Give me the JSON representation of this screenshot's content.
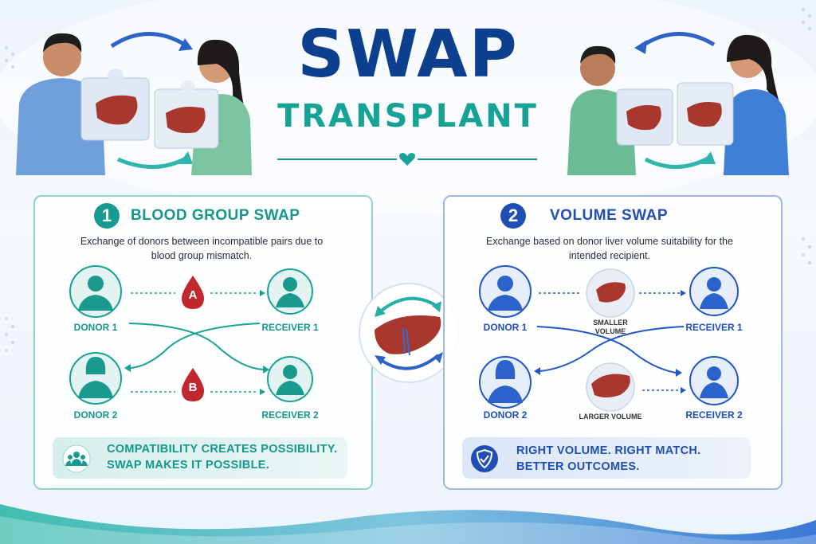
{
  "header": {
    "title": "SWAP",
    "subtitle": "TRANSPLANT"
  },
  "colors": {
    "navy": "#0d3f8f",
    "teal": "#17a296",
    "blood_red": "#c0282d",
    "blue": "#2156c9"
  },
  "blood_group_swap": {
    "number": "1",
    "title": "BLOOD GROUP SWAP",
    "description": "Exchange of donors between incompatible pairs due to blood group mismatch.",
    "donor1": "DONOR 1",
    "donor2": "DONOR 2",
    "receiver1": "RECEIVER 1",
    "receiver2": "RECEIVER 2",
    "blood_a": "A",
    "blood_b": "B",
    "footer": "COMPATIBILITY CREATES POSSIBILITY. SWAP MAKES IT POSSIBLE.",
    "footer_icon": "group-people-icon"
  },
  "volume_swap": {
    "number": "2",
    "title": "VOLUME SWAP",
    "description": "Exchange based on donor liver volume suitability for the intended recipient.",
    "donor1": "DONOR 1",
    "donor2": "DONOR 2",
    "receiver1": "RECEIVER 1",
    "receiver2": "RECEIVER 2",
    "smaller_volume": "SMALLER VOLUME",
    "larger_volume": "LARGER VOLUME",
    "footer": "RIGHT VOLUME. RIGHT MATCH. BETTER OUTCOMES.",
    "footer_icon": "shield-check-icon"
  }
}
